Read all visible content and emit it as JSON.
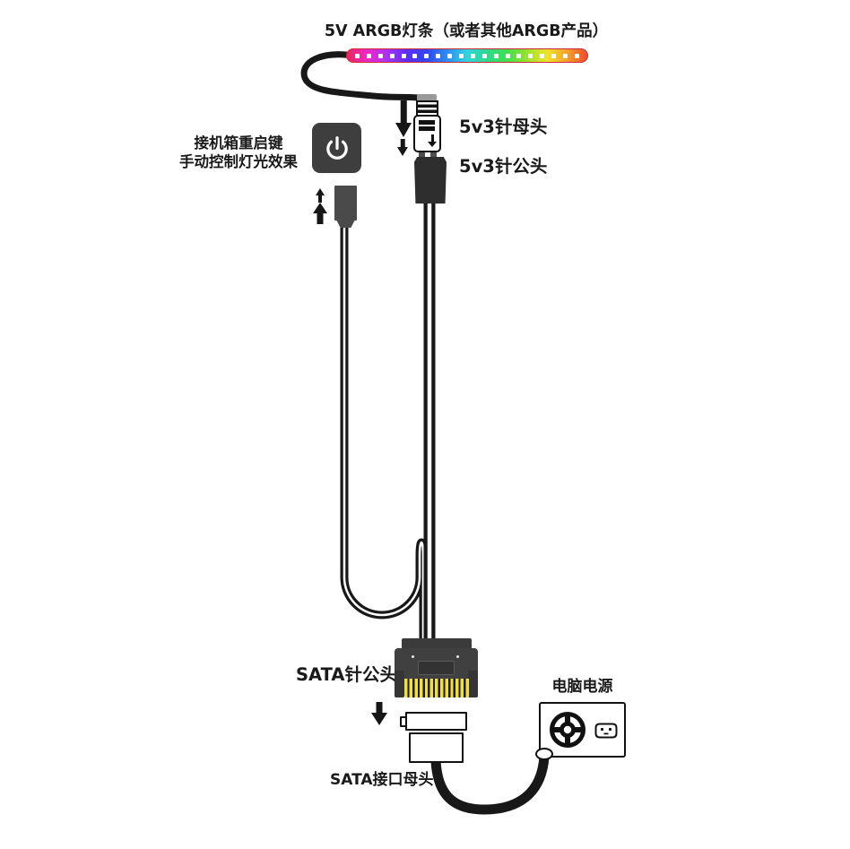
{
  "diagram": {
    "title": "5V ARGB灯条（或者其他ARGB产品）",
    "strip": {
      "led_count": 20,
      "gradient": [
        "#e8275b",
        "#ee28c8",
        "#a832f2",
        "#5b2ef0",
        "#2f46f0",
        "#2e8df5",
        "#2fd4df",
        "#2ed98a",
        "#3fe04e",
        "#9ae32d",
        "#efe32c",
        "#f5a02c",
        "#ef4a2a"
      ]
    },
    "labels": {
      "female_3pin": "5v3针母头",
      "male_3pin": "5v3针公头",
      "reset_button_line1": "接机箱重启键",
      "reset_button_line2": "手动控制灯光效果",
      "sata_male": "SATA针公头",
      "sata_female": "SATA接口母头",
      "psu": "电脑电源"
    },
    "colors": {
      "cable": "#181818",
      "button_bg": "#3e3e3e",
      "connector_dark": "#2e2e2e",
      "connector_gray": "#4a4a4a",
      "sata_body": "#404040",
      "pin_yellow": "#f2df3d",
      "strip_border": "#cc2936",
      "text": "#1a1a1a"
    }
  }
}
